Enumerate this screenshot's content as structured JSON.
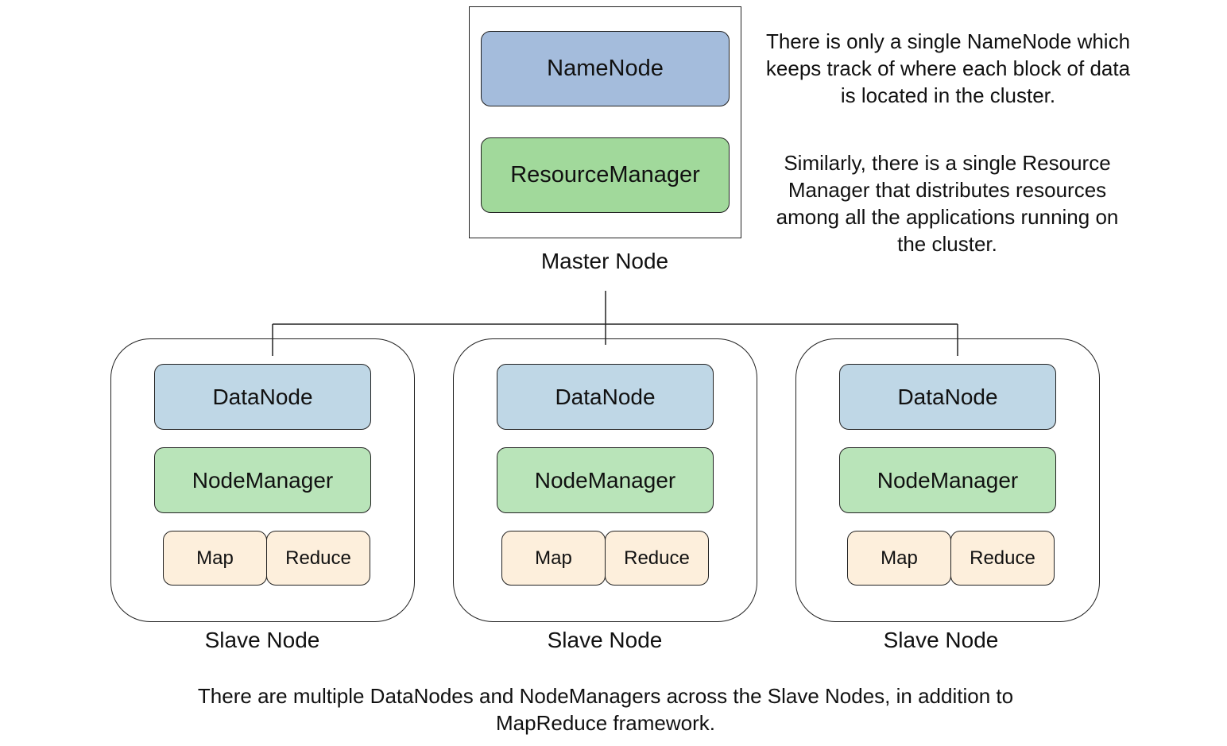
{
  "master": {
    "namenode_label": "NameNode",
    "resourcemanager_label": "ResourceManager",
    "caption": "Master Node"
  },
  "notes": {
    "namenode": "There is only a single NameNode which keeps track of where each block of data is located in the cluster.",
    "resourcemanager": "Similarly, there is a single Resource Manager that distributes resources among all the applications running on the cluster."
  },
  "slaves": [
    {
      "datanode_label": "DataNode",
      "nodemanager_label": "NodeManager",
      "map_label": "Map",
      "reduce_label": "Reduce",
      "caption": "Slave Node"
    },
    {
      "datanode_label": "DataNode",
      "nodemanager_label": "NodeManager",
      "map_label": "Map",
      "reduce_label": "Reduce",
      "caption": "Slave Node"
    },
    {
      "datanode_label": "DataNode",
      "nodemanager_label": "NodeManager",
      "map_label": "Map",
      "reduce_label": "Reduce",
      "caption": "Slave Node"
    }
  ],
  "footer": {
    "line1": "There are multiple DataNodes and NodeManagers across the Slave Nodes, in addition to",
    "line2": "MapReduce framework."
  },
  "colors": {
    "namenode": "#a4bcdc",
    "resourcemanager": "#a1d99b",
    "datanode": "#bfd7e6",
    "nodemanager": "#b9e4b9",
    "mapreduce": "#fdefdc",
    "border": "#222222"
  }
}
